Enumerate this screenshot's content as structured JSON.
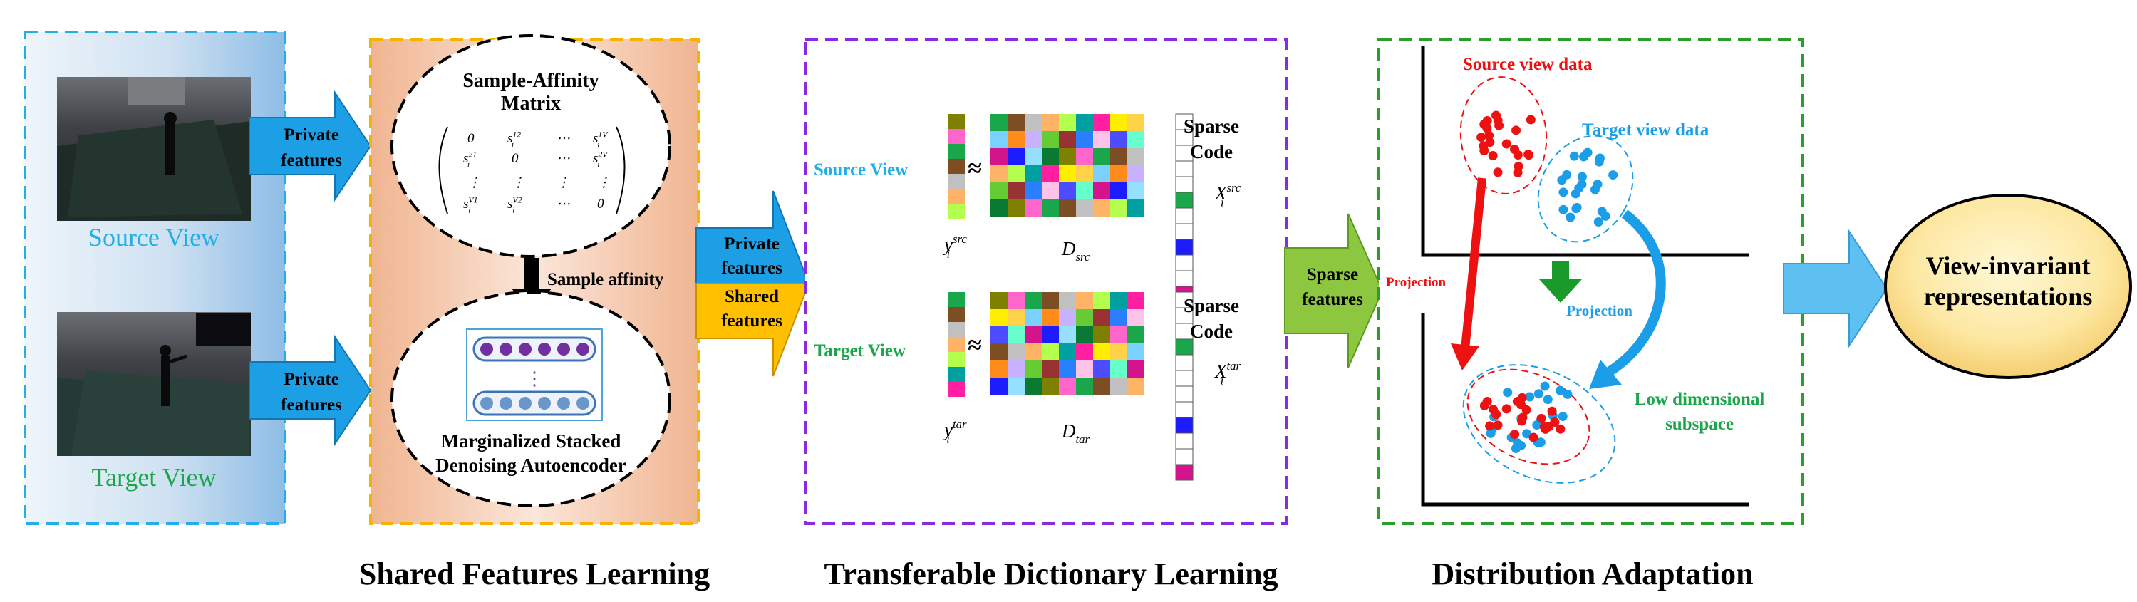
{
  "stage1": {
    "source_caption": "Source View",
    "target_caption": "Target View",
    "arrow_private_1": [
      "Private",
      "features"
    ],
    "arrow_private_2": [
      "Private",
      "features"
    ]
  },
  "stage2": {
    "matrix_title": [
      "Sample-Affinity",
      "Matrix"
    ],
    "matrix_rows": [
      [
        "0",
        "s_i^{12}",
        "⋯",
        "s_i^{1V}"
      ],
      [
        "s_i^{21}",
        "0",
        "⋯",
        "s_i^{2V}"
      ],
      [
        "⋮",
        "⋮",
        "⋮",
        "⋮"
      ],
      [
        "s_i^{V1}",
        "s_i^{V2}",
        "⋯",
        "0"
      ]
    ],
    "sample_affinity": "Sample affinity",
    "ae_title": [
      "Marginalized Stacked",
      "Denoising Autoencoder"
    ],
    "caption": "Shared Features Learning",
    "arrow_private": [
      "Private",
      "features"
    ],
    "arrow_shared": [
      "Shared",
      "features"
    ]
  },
  "stage3": {
    "source_view": "Source View",
    "target_view": "Target View",
    "approx": "≈",
    "sparse_code": [
      "Sparse",
      "Code"
    ],
    "y_src": "y_i^{src}",
    "d_src": "D_{src}",
    "x_src": "X_i^{src}",
    "y_tar": "y_i^{tar}",
    "d_tar": "D_{tar}",
    "x_tar": "X_i^{tar}",
    "caption": "Transferable Dictionary Learning",
    "arrow_sparse": [
      "Sparse",
      "features"
    ]
  },
  "stage4": {
    "source_label": "Source view data",
    "target_label": "Target view data",
    "projection_left": "Projection",
    "projection_right": "Projection",
    "subspace_label": [
      "Low dimensional",
      "subspace"
    ],
    "caption": "Distribution Adaptation"
  },
  "output": {
    "label": [
      "View-invariant",
      "representations"
    ]
  },
  "colors": {
    "source_blue": "#22aee6",
    "target_green": "#1aa64a",
    "purple": "#8a2be2",
    "orange_dash": "#f5b300",
    "green_dash": "#2a9d2a",
    "red": "#ee1111",
    "blue_dot": "#1a9ee8"
  },
  "icons": [
    "private-features-arrow",
    "sample-affinity-arrow",
    "projection-arrow",
    "output-arrow"
  ]
}
